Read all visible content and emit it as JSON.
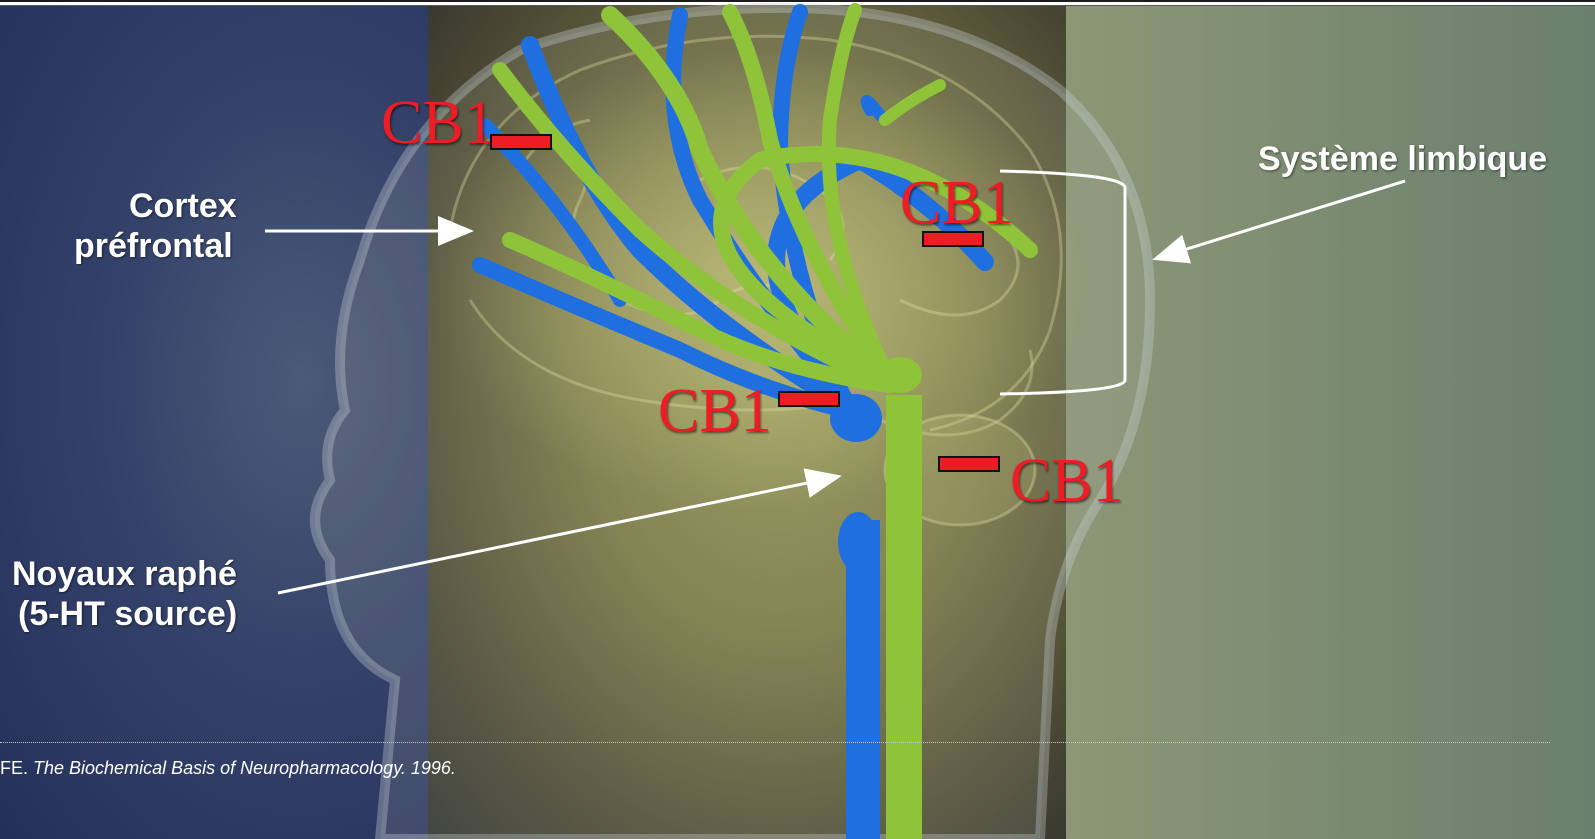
{
  "labels": {
    "cortex_line1": "Cortex",
    "cortex_line2": "préfrontal",
    "limbic": "Système limbique",
    "raphe_line1": "Noyaux raphé",
    "raphe_line2": "(5-HT source)",
    "cb1": "CB1"
  },
  "citation": {
    "prefix": "FE. ",
    "title": "The Biochemical Basis of Neuropharmacology. 1996."
  },
  "colors": {
    "serotonin_pathway": "#1f6fe0",
    "dopamine_pathway": "#8fc43a",
    "receptor_marker": "#ee1c25",
    "label_text": "#ffffff"
  }
}
